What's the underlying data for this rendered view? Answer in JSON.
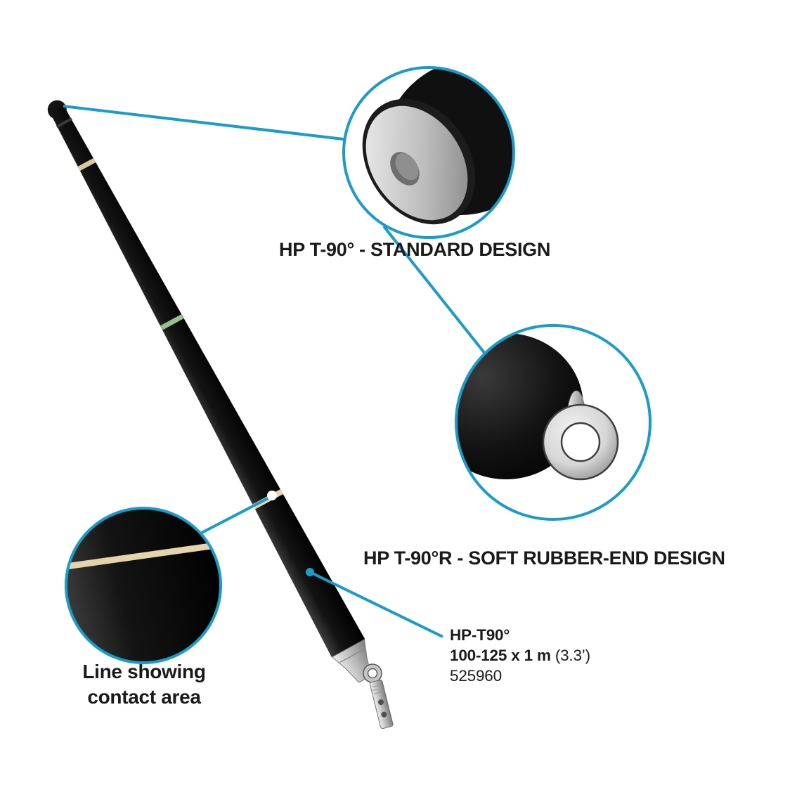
{
  "colors": {
    "accent": "#1a9cc7",
    "text": "#1a1a1a"
  },
  "callouts": {
    "standard_design_label": "HP T-90° - STANDARD DESIGN",
    "soft_rubber_label": "HP T-90°R - SOFT RUBBER-END DESIGN",
    "contact_area_line1": "Line showing",
    "contact_area_line2": "contact area"
  },
  "product": {
    "model": "HP-T90°",
    "size": "100-125 x 1 m",
    "size_note": "(3.3’)",
    "article_number": "525960"
  }
}
